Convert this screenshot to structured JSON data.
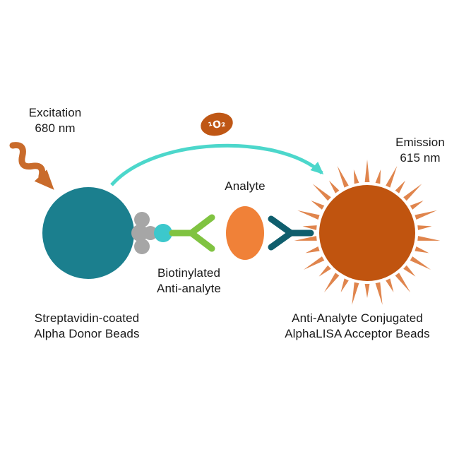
{
  "diagram": {
    "excitation": {
      "line1": "Excitation",
      "line2": "680 nm"
    },
    "emission": {
      "line1": "Emission",
      "line2": "615 nm"
    },
    "singlet_oxygen": "¹O₂",
    "analyte_label": "Analyte",
    "antibody_label": {
      "line1": "Biotinylated",
      "line2": "Anti-analyte"
    },
    "donor_label": {
      "line1": "Streptavidin-coated",
      "line2": "Alpha Donor Beads"
    },
    "acceptor_label": {
      "line1": "Anti-Analyte Conjugated",
      "line2": "AlphaLISA Acceptor Beads"
    },
    "colors": {
      "donor_bead": "#1b7f8e",
      "acceptor_bead": "#c0540f",
      "acceptor_rays": "#e0854d",
      "analyte": "#f08138",
      "green_antibody": "#80c341",
      "teal_antibody": "#0f5e6d",
      "streptavidin": "#a6a6a6",
      "biotin": "#3cc8cc",
      "energy_arrow": "#4cd7cb",
      "excitation_arrow": "#c96b2b",
      "singlet_oxygen_badge": "#bf5715",
      "text": "#1a1a1a"
    }
  }
}
